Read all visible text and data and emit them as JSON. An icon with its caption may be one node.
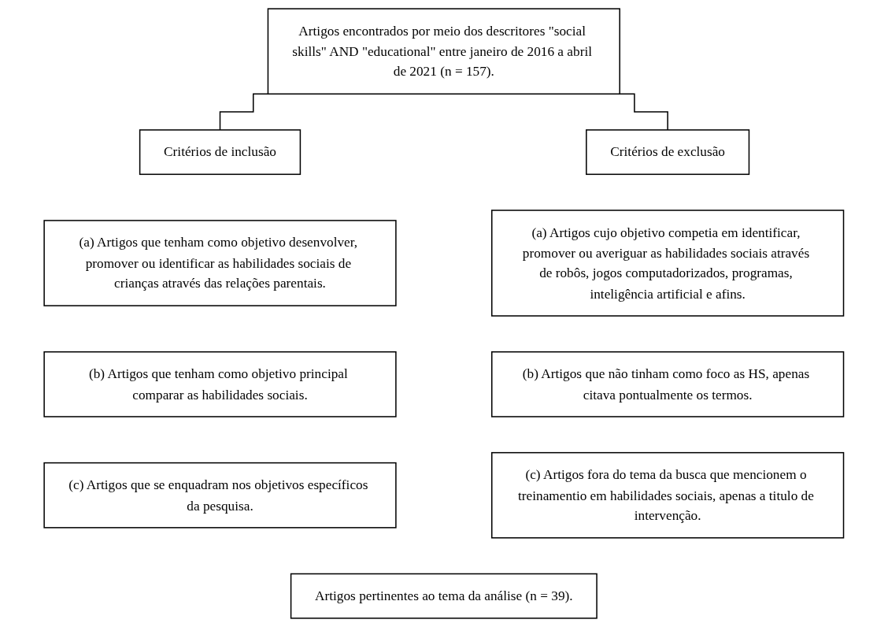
{
  "diagram": {
    "nodes": [
      {
        "text": [
          "Artigos encontrados por meio dos descritores \"social skills\" AND \"educational\" entre janeiro de 2016 a abril de 2021 (n = 157)."
        ]
      },
      {
        "text": [
          "Critérios de inclusão"
        ]
      },
      {
        "text": [
          "Critérios de exclusão"
        ]
      },
      {
        "text": [
          "(a) Artigos que tenham como objetivo desenvolver, promover ou identificar as habilidades sociais de crianças através das relações parentais."
        ]
      },
      {
        "text": [
          "(b) Artigos que tenham como objetivo principal comparar as habilidades sociais."
        ]
      },
      {
        "text": [
          "(c) Artigos que se enquadram nos objetivos específicos da pesquisa."
        ]
      },
      {
        "text": [
          "(a) Artigos cujo objetivo competia em identificar, promover ou averiguar as habilidades sociais através de robôs, jogos computadorizados, programas, inteligência artificial e afins."
        ]
      },
      {
        "text": [
          "(b) Artigos que não tinham como foco as HS, apenas citava pontualmente os termos."
        ]
      },
      {
        "text": [
          "(c) Artigos fora do tema da busca que mencionem o treinamentio em habilidades sociais, apenas a titulo de intervenção."
        ]
      },
      {
        "text": [
          "Artigos pertinentes ao tema da análise (n = 39)."
        ]
      }
    ],
    "edges": [
      {
        "from": 0,
        "to": 1,
        "arrow": "none"
      },
      {
        "from": 0,
        "to": 2,
        "arrow": "none"
      }
    ]
  }
}
